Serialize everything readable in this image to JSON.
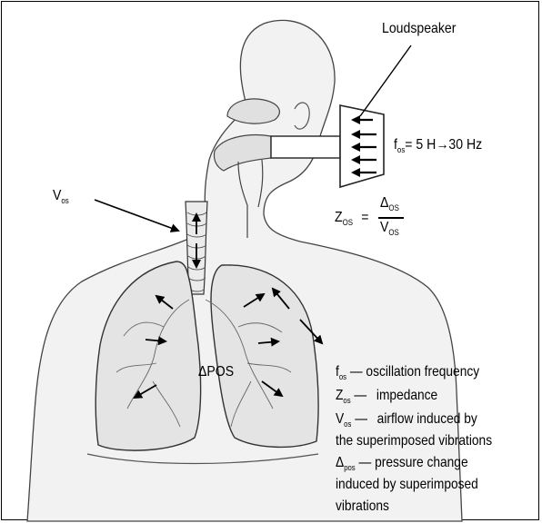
{
  "labels": {
    "loudspeaker": "Loudspeaker",
    "freq_symbol": "f",
    "freq_sub": "os",
    "freq_eq": "= 5 H→30 Hz",
    "vos_symbol": "V",
    "vos_sub": "os",
    "z_symbol": "Z",
    "z_sub": "OS",
    "z_eq": "=",
    "num_symbol": "Δ",
    "num_sub": "OS",
    "den_symbol": "V",
    "den_sub": "OS",
    "dpos": "ΔPOS"
  },
  "legend": {
    "items": [
      {
        "symbol": "f",
        "sub": "os",
        "dash": "—",
        "text": "oscillation frequency"
      },
      {
        "symbol": "Z",
        "sub": "os",
        "dash": "—",
        "text": "impedance"
      },
      {
        "symbol": "V",
        "sub": "os",
        "dash": "—",
        "text": "airflow induced by"
      },
      {
        "symbol": "",
        "sub": "",
        "dash": "",
        "text": "the superimposed vibrations"
      },
      {
        "symbol": "Δ",
        "sub": "pos",
        "dash": "—",
        "text": "pressure change"
      },
      {
        "symbol": "",
        "sub": "",
        "dash": "",
        "text": "induced by superimposed"
      },
      {
        "symbol": "",
        "sub": "",
        "dash": "",
        "text": "vibrations"
      }
    ]
  },
  "colors": {
    "body_fill": "#f2f2f2",
    "lung_fill": "#e4e4e4",
    "outline": "#333333",
    "ink": "#000000"
  }
}
